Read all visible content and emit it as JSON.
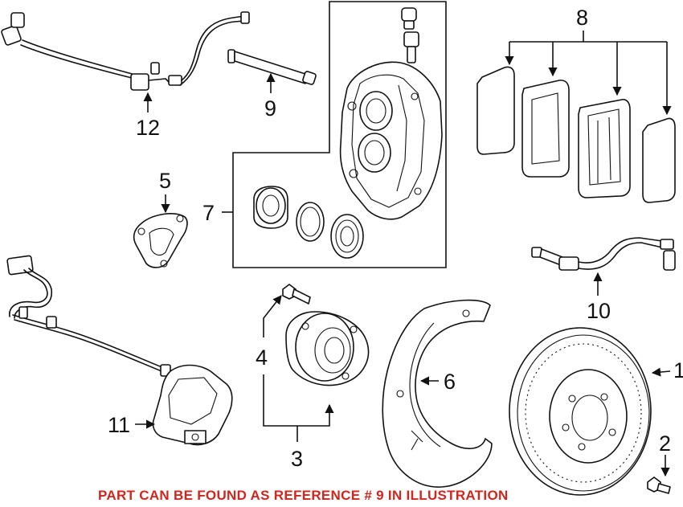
{
  "callouts": {
    "c1": "1",
    "c2": "2",
    "c3": "3",
    "c4": "4",
    "c5": "5",
    "c6": "6",
    "c7": "7",
    "c8": "8",
    "c9": "9",
    "c10": "10",
    "c11": "11",
    "c12": "12"
  },
  "footer_note": "PART CAN BE FOUND AS REFERENCE # 9 IN ILLUSTRATION",
  "colors": {
    "ink": "#111111",
    "note": "#d0261d",
    "background": "#ffffff"
  }
}
